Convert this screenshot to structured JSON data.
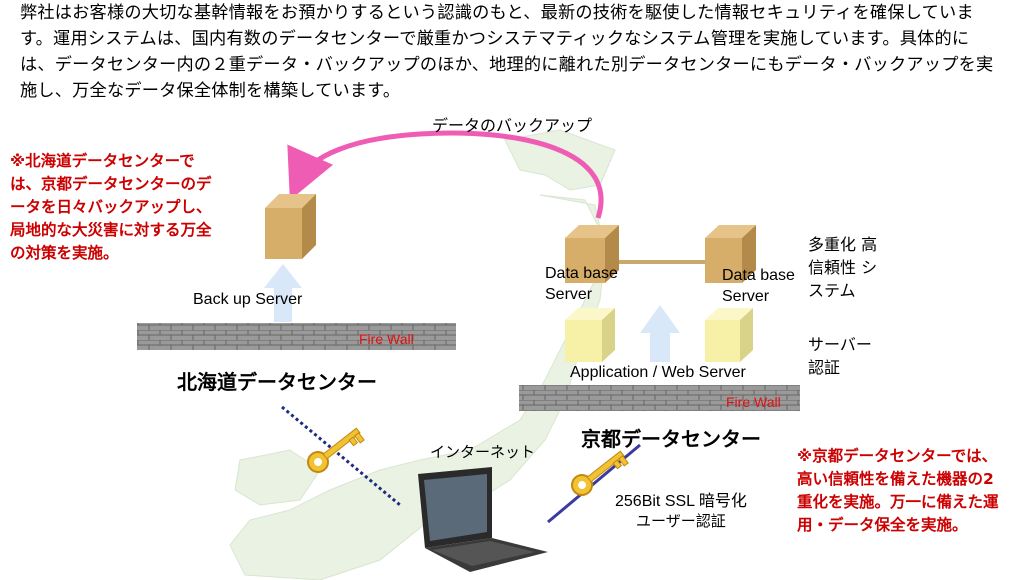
{
  "intro": "弊社はお客様の大切な基幹情報をお預かりするという認識のもと、最新の技術を駆使した情報セキュリティを確保しています。運用システムは、国内有数のデータセンターで厳重かつシステマティックなシステム管理を実施しています。具体的には、データセンター内の２重データ・バックアップのほか、地理的に離れた別データセンターにもデータ・バックアップを実施し、万全なデータ保全体制を構築しています。",
  "backup_arrow_label": "データのバックアップ",
  "hokkaido_note": "※北海道データセンターでは、京都データセンターのデータを日々バックアップし、局地的な大災害に対する万全の対策を実施。",
  "backup_server_label": "Back up Server",
  "firewall_label": "Fire Wall",
  "hokkaido_dc_label": "北海道データセンター",
  "db_server_label_1": "Data base Server",
  "db_server_label_2": "Data base Server",
  "redundancy_label": "多重化 高信頼性 システム",
  "server_auth_label": "サーバー 認証",
  "app_web_server_label": "Application / Web Server",
  "kyoto_dc_label": "京都データセンター",
  "internet_label": "インターネット",
  "ssl_label": "256Bit SSL 暗号化",
  "user_auth_label": "ユーザー認証",
  "kyoto_note": "※京都データセンターでは、高い信頼性を備えた機器の2重化を実施。万一に備えた運用・データ保全を実施。",
  "colors": {
    "note_red": "#cc0000",
    "arrow_magenta": "#ee5cb4",
    "box_tan": "#d7ad6a",
    "box_pale_yellow": "#f6f1a6",
    "up_arrow_blue": "#d9e8f8",
    "wall_gray": "#8f8f8f",
    "map_green": "#e9f2e3"
  }
}
